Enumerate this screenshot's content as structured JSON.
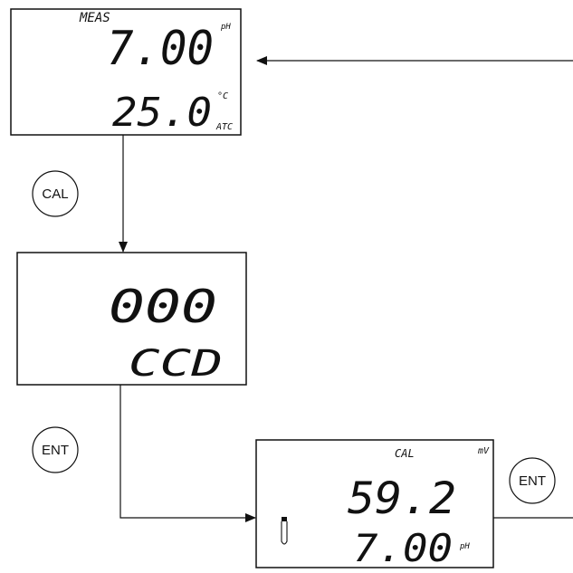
{
  "screen_meas": {
    "mode": "MEAS",
    "value": "7.00",
    "unit": "pH",
    "temp": "25.0",
    "temp_unit": "°C",
    "temp_mode": "ATC"
  },
  "screen_cc": {
    "value": "000",
    "code": "CCD"
  },
  "screen_cal": {
    "mode": "CAL",
    "mv_unit": "mV",
    "mv_value": "59.2",
    "ph_value": "7.00",
    "ph_unit": "pH"
  },
  "buttons": {
    "cal": "CAL",
    "ent_1": "ENT",
    "ent_2": "ENT"
  }
}
